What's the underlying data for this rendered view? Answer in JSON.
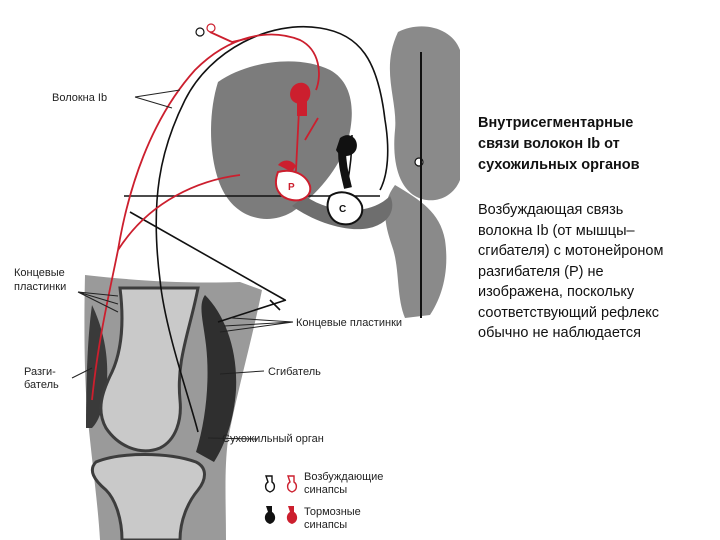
{
  "colors": {
    "excitatory": "#cc1f2e",
    "inhibitory": "#111111",
    "gray_tissue": "#8a8a8a",
    "bone": "#c9c9c9",
    "bone_dark": "#3d3d3d"
  },
  "side_text": {
    "title_lines": [
      "Внутрисегментарные",
      "связи волокон Ib от",
      "сухожильных органов"
    ],
    "note_lines": [
      "Возбуждающая связь",
      "волокна Ib (от мышцы–",
      "сгибателя) с мотонейроном",
      "разгибателя (Р) не",
      "изображена, поскольку",
      "соответствующий рефлекс",
      "обычно не наблюдается"
    ]
  },
  "labels": {
    "fibers": "Волокна Ib",
    "end_plates_left_1": "Концевые",
    "end_plates_left_2": "пластинки",
    "end_plates_right": "Концевые пластинки",
    "extensor_1": "Разги-",
    "extensor_2": "батель",
    "flexor": "Сгибатель",
    "tendon_organ": "Сухожильный орган",
    "motoneuron_extensor": "Р",
    "motoneuron_flexor": "С"
  },
  "legend": [
    {
      "line1": "Возбуждающие",
      "line2": "синапсы",
      "icon": "excitatory-synapse-icon"
    },
    {
      "line1": "Тормозные",
      "line2": "синапсы",
      "icon": "inhibitory-synapse-icon"
    }
  ]
}
